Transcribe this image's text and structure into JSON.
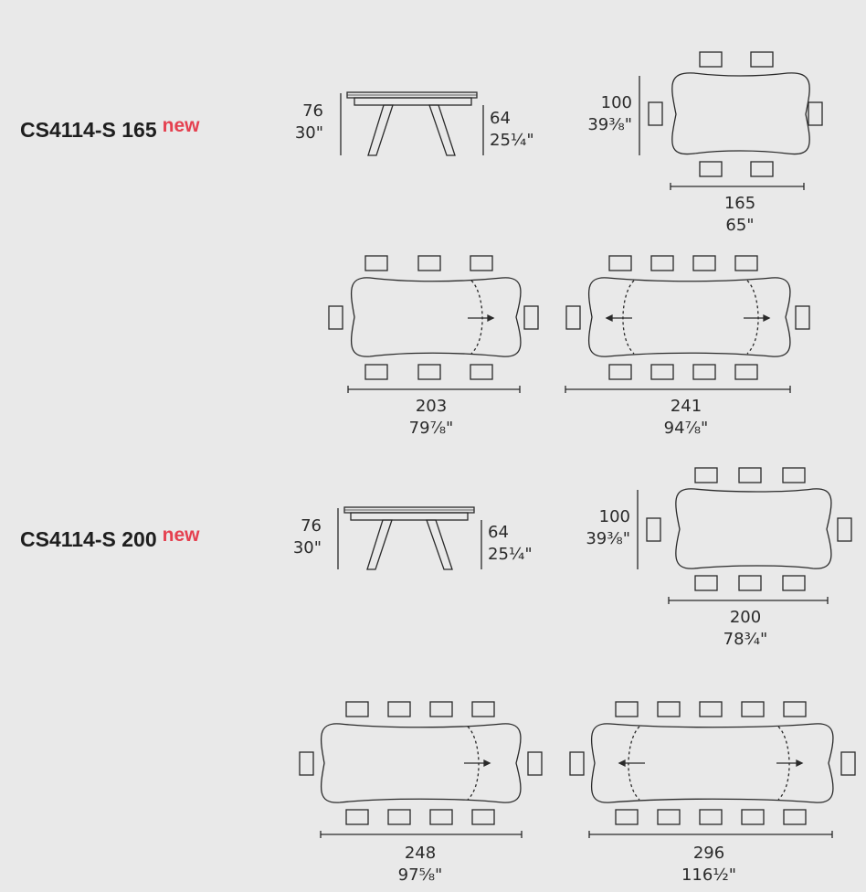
{
  "colors": {
    "background": "#e9e9e9",
    "line": "#2a2a2a",
    "accent": "#e5404f"
  },
  "products": [
    {
      "model": "CS4114-S 165",
      "badge": "new",
      "side_view": {
        "height_cm": "76",
        "height_in": "30\"",
        "leg_cm": "64",
        "leg_in": "25¼\""
      },
      "top_view": {
        "width_cm": "100",
        "width_in": "39⅜\"",
        "length_cm": "165",
        "length_in": "65\""
      },
      "extensions": [
        {
          "length_cm": "203",
          "length_in": "79⅞\""
        },
        {
          "length_cm": "241",
          "length_in": "94⅞\""
        }
      ]
    },
    {
      "model": "CS4114-S 200",
      "badge": "new",
      "side_view": {
        "height_cm": "76",
        "height_in": "30\"",
        "leg_cm": "64",
        "leg_in": "25¼\""
      },
      "top_view": {
        "width_cm": "100",
        "width_in": "39⅜\"",
        "length_cm": "200",
        "length_in": "78¾\""
      },
      "extensions": [
        {
          "length_cm": "248",
          "length_in": "97⅝\""
        },
        {
          "length_cm": "296",
          "length_in": "116½\""
        }
      ]
    }
  ]
}
